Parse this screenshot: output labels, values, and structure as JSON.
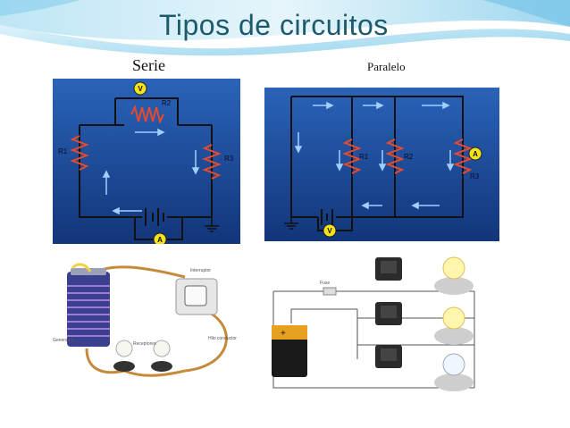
{
  "slide": {
    "title": "Tipos de circuitos",
    "serie_label": "Serie",
    "paralelo_label": "Paralelo"
  },
  "series_diagram": {
    "meters": [
      "V",
      "A"
    ],
    "resistors": [
      "R1",
      "R2",
      "R3"
    ]
  },
  "parallel_diagram": {
    "meters": [
      "A",
      "V"
    ],
    "resistors": [
      "R1",
      "R2",
      "R3"
    ]
  },
  "series_photo": {
    "labels": [
      "Interruptor",
      "Hilo conductor",
      "Generador",
      "Receptores"
    ]
  },
  "parallel_photo": {
    "labels": [
      "Fuse"
    ],
    "battery_sign": "+"
  },
  "colors": {
    "title": "#1c5a6c",
    "panel_blue": "#1f4fa0",
    "wire": "#111111",
    "resistor": "#e84a2a",
    "arrow": "#9fd0ff"
  }
}
